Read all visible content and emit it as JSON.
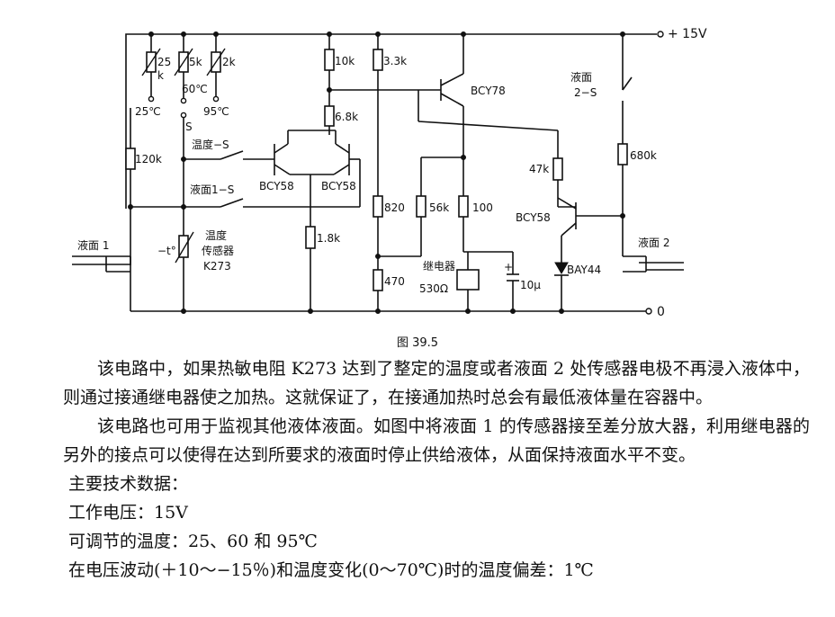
{
  "figure": {
    "supply_label": "+ 15V",
    "ground_label": "0",
    "components": {
      "pot_25k": "25",
      "pot_25k_unit": "k",
      "pot_5k": "5k",
      "pot_2k": "2k",
      "tap_60": "60℃",
      "tap_25": "25℃",
      "tap_95": "95℃",
      "switch_s": "S",
      "r_120k": "120k",
      "r_10k": "10k",
      "r_3_3k": "3.3k",
      "r_6_8k": "6.8k",
      "r_1_8k": "1.8k",
      "r_820": "820",
      "r_56k": "56k",
      "r_100": "100",
      "r_470": "470",
      "r_47k": "47k",
      "r_680k": "680k",
      "t_bcy58_left": "BCY58",
      "t_bcy58_mid": "BCY58",
      "t_bcy78": "BCY78",
      "t_bcy58_right": "BCY58",
      "temp_switch": "温度−S",
      "level_1s": "液面1−S",
      "level_2s_a": "液面",
      "level_2s_b": "2−S",
      "level1_probe": "液面 1",
      "level2_probe": "液面 2",
      "thermistor_mark": "−t°",
      "sensor_line1": "温度",
      "sensor_line2": "传感器",
      "sensor_line3": "K273",
      "relay_label": "继电器",
      "relay_value": "530Ω",
      "cap_value": "10μ",
      "cap_plus": "+",
      "diode_label": "BAY44"
    },
    "caption": "图 39.5"
  },
  "text": {
    "para1": "该电路中，如果热敏电阻 K273 达到了整定的温度或者液面 2 处传感器电极不再浸入液体中，则通过接通继电器使之加热。这就保证了，在接通加热时总会有最低液体量在容器中。",
    "para2": "该电路也可用于监视其他液体液面。如图中将液面 1 的传感器接至差分放大器，利用继电器的另外的接点可以使得在达到所要求的液面时停止供给液体，从面保持液面水平不变。",
    "spec_title": "主要技术数据：",
    "spec_voltage": "工作电压：15V",
    "spec_temps": "可调节的温度：25、60 和 95℃",
    "spec_deviation": "在电压波动(＋10～−15％)和温度变化(0～70℃)时的温度偏差：1℃"
  }
}
